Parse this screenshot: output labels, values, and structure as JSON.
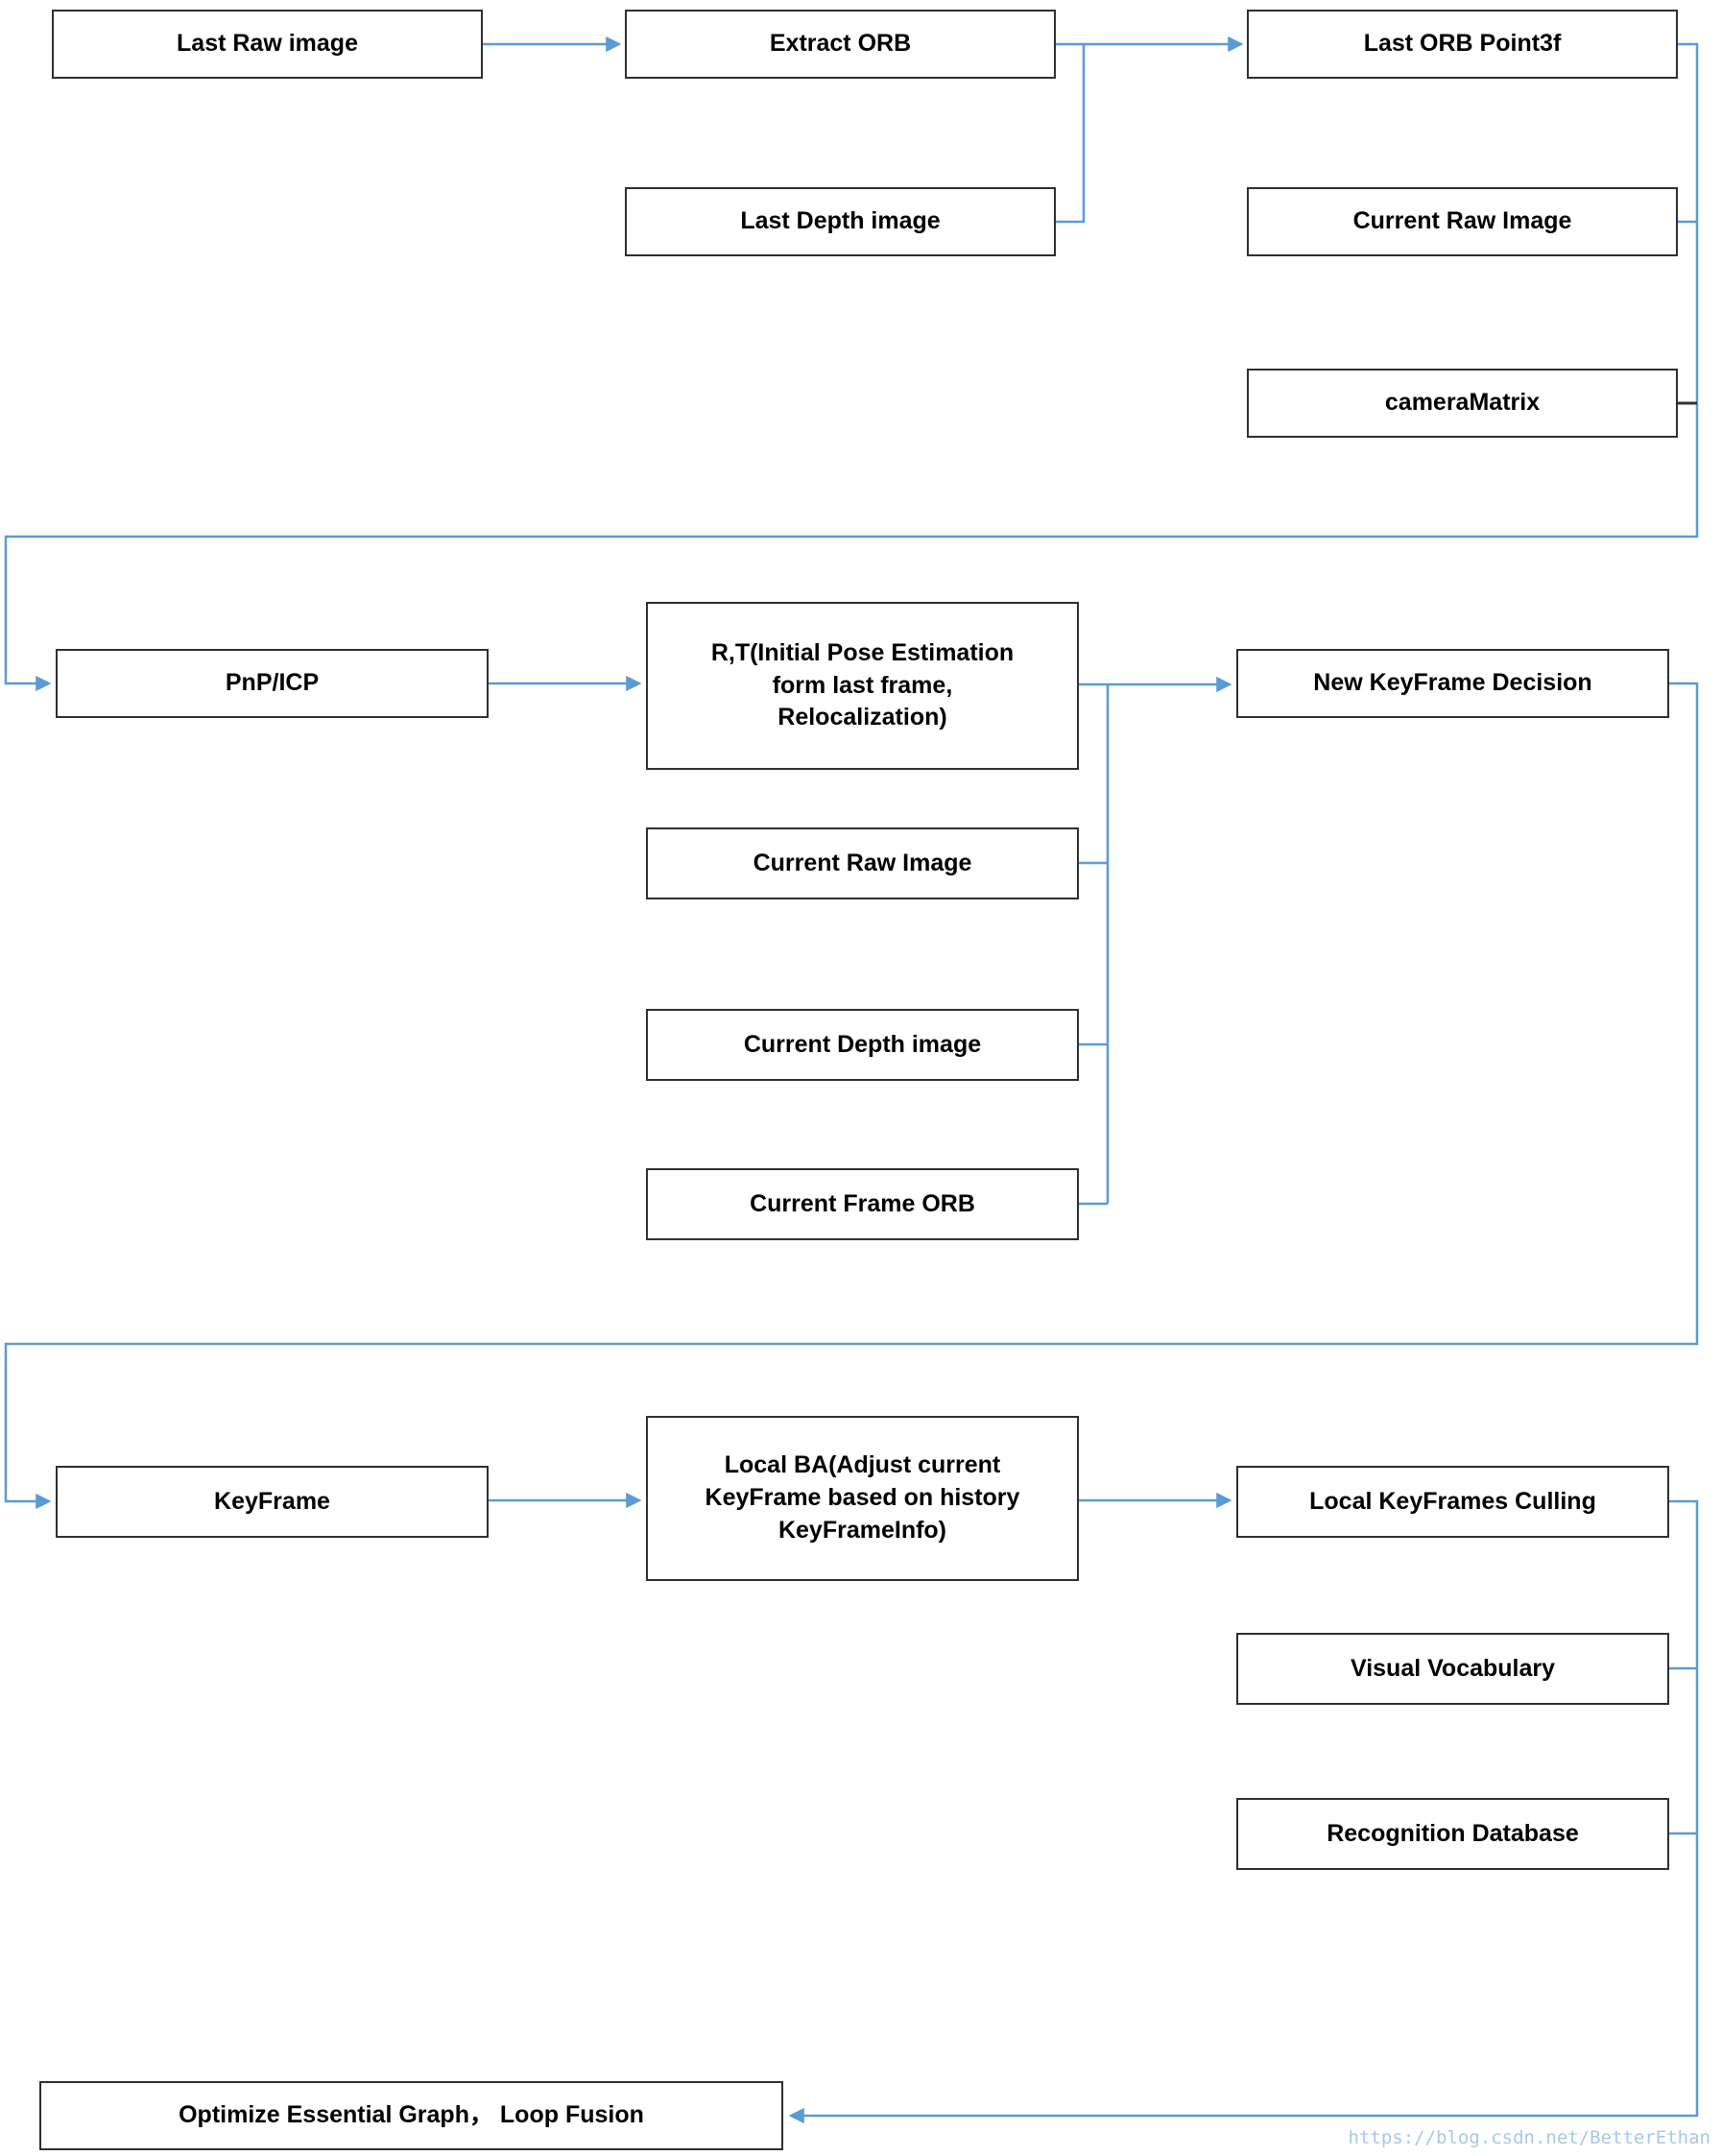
{
  "diagram": {
    "nodes": {
      "last_raw_image": "Last Raw image",
      "extract_orb": "Extract ORB",
      "last_orb_point3f": "Last ORB Point3f",
      "last_depth_image": "Last Depth image",
      "current_raw_image_top": "Current Raw Image",
      "camera_matrix": "cameraMatrix",
      "pnp_icp": "PnP/ICP",
      "rt_pose": "R,T(Initial Pose Estimation\nform last frame,\nRelocalization)",
      "new_keyframe_decision": "New KeyFrame Decision",
      "current_raw_image_mid": "Current Raw Image",
      "current_depth_image": "Current Depth image",
      "current_frame_orb": "Current Frame ORB",
      "keyframe": "KeyFrame",
      "local_ba": "Local BA(Adjust current\nKeyFrame based on history\nKeyFrameInfo)",
      "local_keyframes_culling": "Local KeyFrames Culling",
      "visual_vocabulary": "Visual Vocabulary",
      "recognition_database": "Recognition Database",
      "optimize_graph": "Optimize Essential Graph，  Loop Fusion"
    },
    "watermark": "https://blog.csdn.net/BetterEthan",
    "colors": {
      "connector": "#5b9bd5",
      "camera_matrix_connector": "#333333",
      "box_border": "#2f2f2f",
      "text": "#000000",
      "watermark": "#a9c7e7"
    }
  }
}
